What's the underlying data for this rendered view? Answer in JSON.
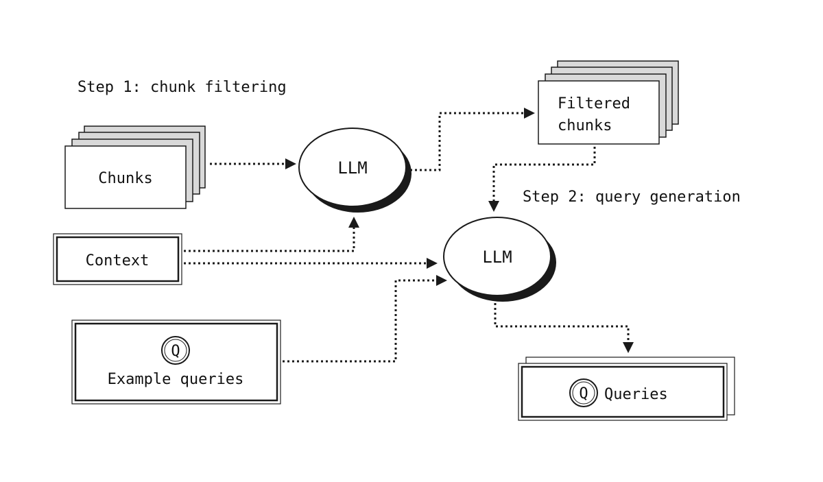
{
  "diagram": {
    "step1_label": "Step 1: chunk filtering",
    "step2_label": "Step 2: query generation",
    "nodes": {
      "chunks": "Chunks",
      "llm_step1": "LLM",
      "filtered_chunks_line1": "Filtered",
      "filtered_chunks_line2": "chunks",
      "context": "Context",
      "llm_step2": "LLM",
      "example_queries": "Example queries",
      "queries": "Queries",
      "query_icon_glyph": "Q"
    },
    "edges": [
      {
        "from": "chunks",
        "to": "llm_step1"
      },
      {
        "from": "llm_step1",
        "to": "filtered_chunks"
      },
      {
        "from": "filtered_chunks",
        "to": "llm_step2"
      },
      {
        "from": "context",
        "to": "llm_step1"
      },
      {
        "from": "context",
        "to": "llm_step2"
      },
      {
        "from": "example_queries",
        "to": "llm_step2"
      },
      {
        "from": "llm_step2",
        "to": "queries"
      }
    ],
    "colors": {
      "ink": "#1a1a1a",
      "stack_fill": "#d9d9d9",
      "background": "#ffffff"
    },
    "icons": {
      "query_icon": "query-q-icon"
    }
  }
}
